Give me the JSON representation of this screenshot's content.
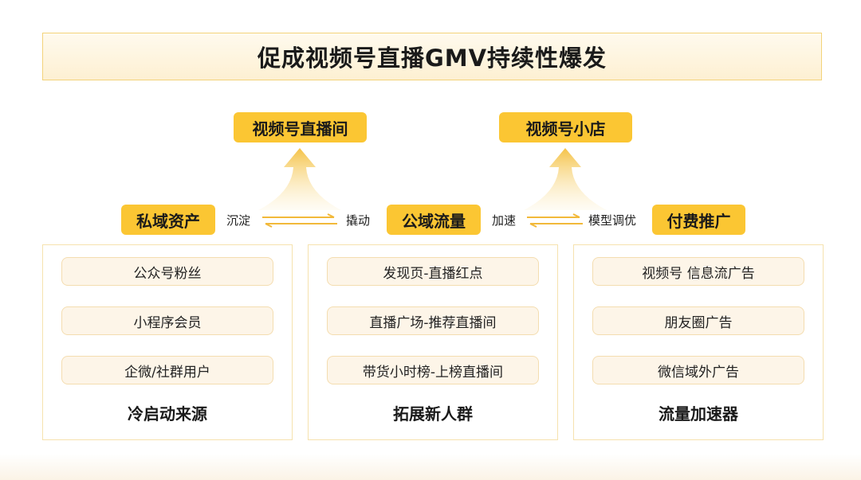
{
  "title": "促成视频号直播GMV持续性爆发",
  "top_nodes": [
    {
      "label": "视频号直播间"
    },
    {
      "label": "视频号小店"
    }
  ],
  "middle_nodes": [
    {
      "label": "私域资产"
    },
    {
      "label": "公域流量"
    },
    {
      "label": "付费推广"
    }
  ],
  "connectors": [
    {
      "left_label": "沉淀",
      "right_label": "撬动"
    },
    {
      "left_label": "加速",
      "right_label": "模型调优"
    }
  ],
  "panels": [
    {
      "items": [
        "公众号粉丝",
        "小程序会员",
        "企微/社群用户"
      ],
      "caption": "冷启动来源"
    },
    {
      "items": [
        "发现页-直播红点",
        "直播广场-推荐直播间",
        "带货小时榜-上榜直播间"
      ],
      "caption": "拓展新人群"
    },
    {
      "items": [
        "视频号 信息流广告",
        "朋友圈广告",
        "微信域外广告"
      ],
      "caption": "流量加速器"
    }
  ],
  "colors": {
    "accent": "#fbc633",
    "banner_bg": "#fdf0d2",
    "pill_bg": "#fdf5e8",
    "arrow": "#f2b93a"
  }
}
